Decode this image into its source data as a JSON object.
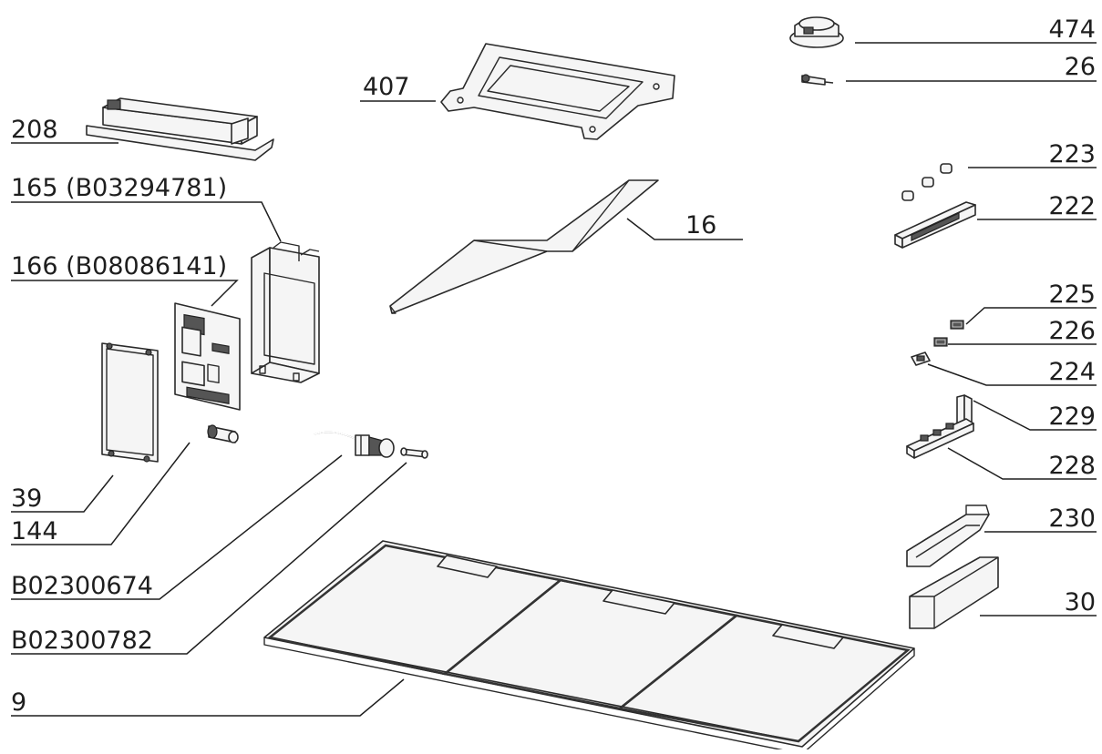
{
  "callouts": {
    "c474": "474",
    "c26": "26",
    "c407": "407",
    "c208": "208",
    "c165": "165 (B03294781)",
    "c166": "166 (B08086141)",
    "c223": "223",
    "c222": "222",
    "c16": "16",
    "c225": "225",
    "c226": "226",
    "c224": "224",
    "c229": "229",
    "c228": "228",
    "c39": "39",
    "c144": "144",
    "c230": "230",
    "cB674": "B02300674",
    "c30": "30",
    "cB782": "B02300782",
    "c9": "9"
  }
}
